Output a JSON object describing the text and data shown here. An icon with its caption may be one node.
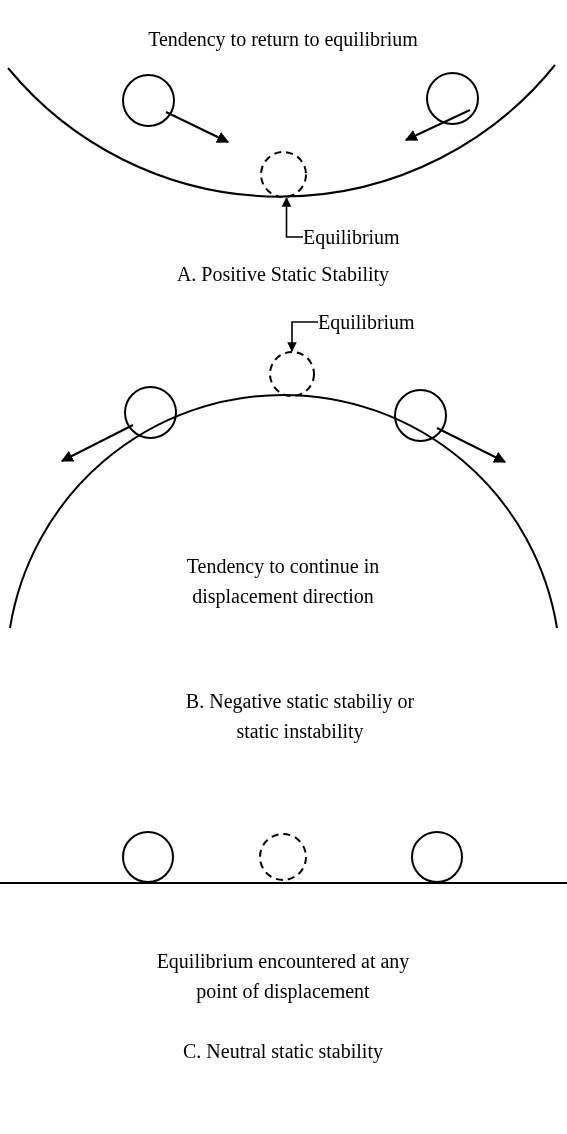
{
  "diagram": {
    "nodes": [
      {
        "text": [],
        "shape": "circle"
      },
      {
        "text": [],
        "shape": "circle"
      },
      {
        "text": [],
        "shape": "circle"
      },
      {
        "text": [
          "Equilibrium"
        ]
      },
      {
        "text": [
          "Equilibrium"
        ]
      },
      {
        "text": [],
        "shape": "circle"
      },
      {
        "text": [],
        "shape": "circle"
      },
      {
        "text": [],
        "shape": "circle"
      },
      {
        "text": [],
        "shape": "circle"
      },
      {
        "text": [],
        "shape": "circle"
      },
      {
        "text": [],
        "shape": "circle"
      }
    ],
    "edges": [
      {
        "from": 3,
        "to": 2,
        "arrow": "to"
      },
      {
        "from": 4,
        "to": 5,
        "arrow": "to"
      }
    ],
    "labels": [
      "Tendency to return to equilibrium",
      "A. Positive Static Stability",
      "Tendency to continue in displacement direction",
      "B. Negative static stabiliy or static instability",
      "Equilibrium encountered at any point of displacement",
      "C. Neutral static stability"
    ]
  }
}
